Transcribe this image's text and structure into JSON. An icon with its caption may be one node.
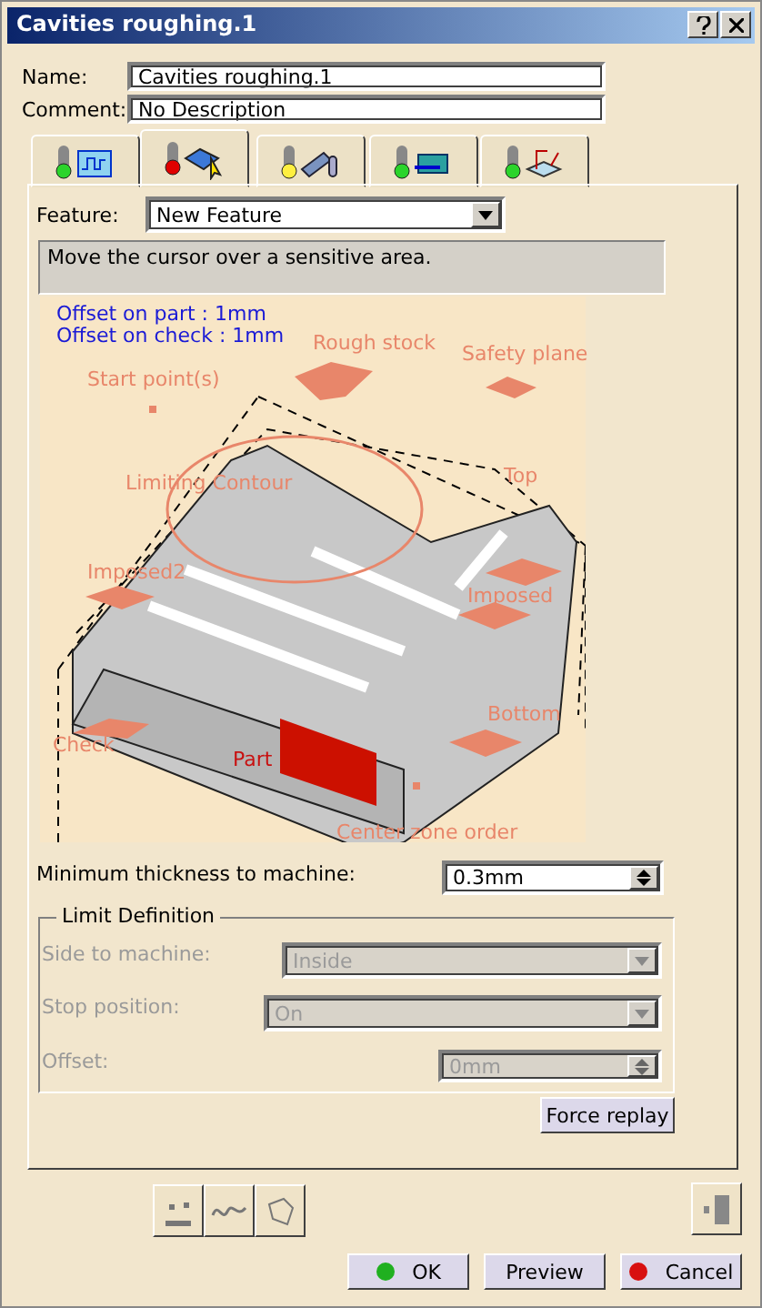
{
  "diagram": {
    "title": "Cavities roughing.1",
    "labels": [
      "Name:",
      "Cavities roughing.1",
      "Comment:",
      "No Description",
      "Feature:",
      "New Feature",
      "Move the cursor over a sensitive area.",
      "Offset on part : 1mm",
      "Offset on check : 1mm",
      "Rough stock",
      "Safety plane",
      "Start point(s)",
      "Limiting Contour",
      "Top",
      "Imposed2",
      "Imposed",
      "Bottom",
      "Check",
      "Part",
      "Center zone order",
      "Minimum thickness to machine:",
      "0.3mm",
      "Limit Definition",
      "Side to machine:",
      "Inside",
      "Stop position:",
      "On",
      "Offset:",
      "0mm",
      "Force replay",
      "OK",
      "Preview",
      "Cancel"
    ]
  }
}
